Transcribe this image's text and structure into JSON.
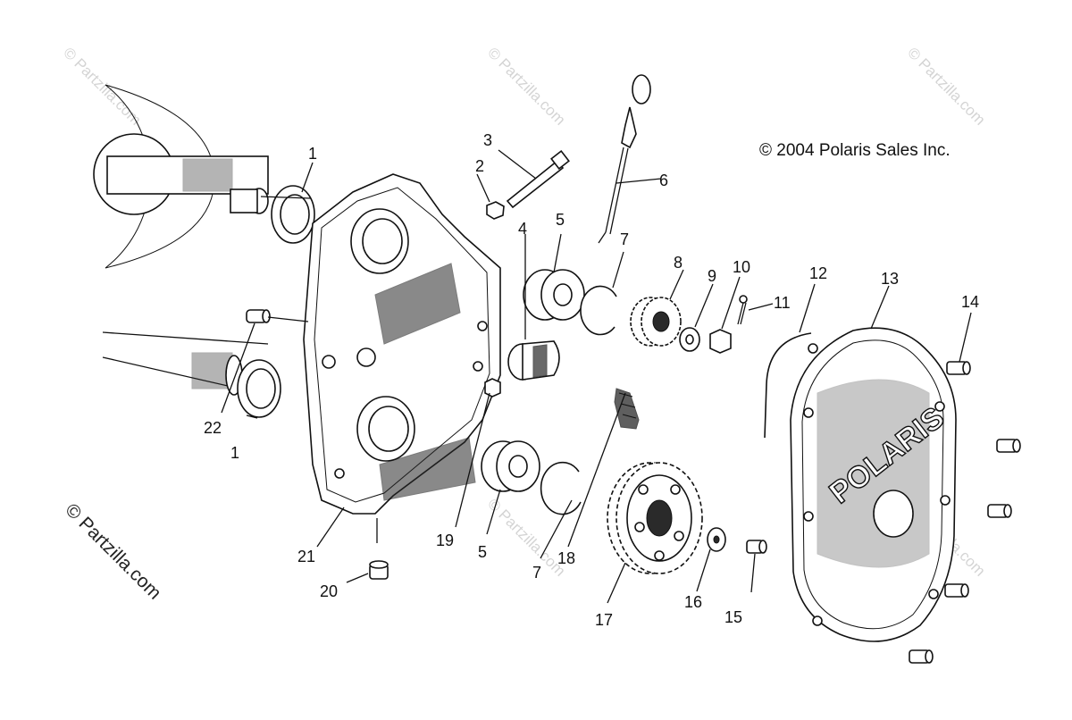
{
  "copyright": "© 2004 Polaris Sales Inc.",
  "site_watermark": "© Partzilla.com",
  "faint_watermark": "© Partzilla.com",
  "logo_text": "POLARIS",
  "callouts": {
    "c1a": "1",
    "c1b": "1",
    "c2": "2",
    "c3": "3",
    "c4": "4",
    "c5a": "5",
    "c5b": "5",
    "c6": "6",
    "c7a": "7",
    "c7b": "7",
    "c8": "8",
    "c9": "9",
    "c10": "10",
    "c11": "11",
    "c12": "12",
    "c13": "13",
    "c14": "14",
    "c15": "15",
    "c16": "16",
    "c17": "17",
    "c18": "18",
    "c19": "19",
    "c20": "20",
    "c21": "21",
    "c22": "22"
  }
}
